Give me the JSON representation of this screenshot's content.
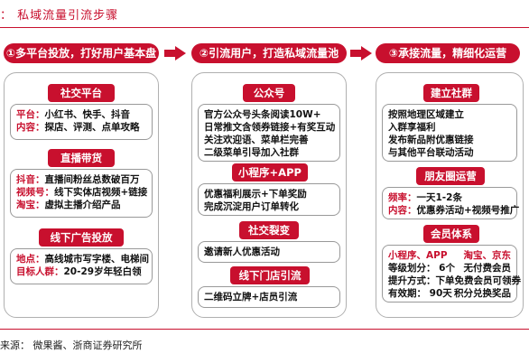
{
  "header": {
    "title": "：  私域流量引流步骤"
  },
  "steps": [
    {
      "label": "①多平台投放，打好用户基本盘"
    },
    {
      "label": "②引流用户，打造私域流量池"
    },
    {
      "label": "③承接流量，精细化运营"
    }
  ],
  "col1": {
    "social": {
      "title": "社交平台",
      "lines": [
        {
          "k": "平台：",
          "v": "小红书、快手、抖音"
        },
        {
          "k": "内容：",
          "v": "探店、评测、点单攻略"
        }
      ]
    },
    "live": {
      "title": "直播带货",
      "lines": [
        {
          "k": "抖音：",
          "v": "直播间粉丝总数破百万"
        },
        {
          "k": "视频号：",
          "v": "线下实体店视频+链接"
        },
        {
          "k": "淘宝：",
          "v": "虚拟主播介绍产品"
        }
      ]
    },
    "offline_ads": {
      "title": "线下广告投放",
      "lines": [
        {
          "k": "地点：",
          "v": "高线城市写字楼、电梯间"
        },
        {
          "k": "目标人群：",
          "v": "20-29岁年轻白领"
        }
      ]
    }
  },
  "col2": {
    "official": {
      "title": "公众号",
      "lines": [
        "官方公众号头条阅读10W+",
        "日常推文含领券链接+有奖互动",
        "关注欢迎语、菜单栏完善",
        "二级菜单引导加入社群"
      ]
    },
    "miniapp": {
      "title": "小程序+APP",
      "lines": [
        "优惠福利展示+下单奖励",
        "完成沉淀用户订单转化"
      ]
    },
    "fission": {
      "title": "社交裂变",
      "lines": [
        "邀请新人优惠活动"
      ]
    },
    "store": {
      "title": "线下门店引流",
      "lines": [
        "二维码立牌+店员引流"
      ]
    }
  },
  "col3": {
    "community": {
      "title": "建立社群",
      "lines": [
        "按照地理区域建立",
        "入群享福利",
        "发布新品附优惠链接",
        "与其他平台联动活动"
      ]
    },
    "moments": {
      "title": "朋友圈运营",
      "lines": [
        {
          "k": "频率：",
          "v": "一天1-2条"
        },
        {
          "k": "内容：",
          "v": "优惠券活动+视频号推广"
        }
      ]
    },
    "membership": {
      "title": "会员体系",
      "head_left": "小程序、APP",
      "head_right": "淘宝、京东",
      "rows": [
        {
          "left": "等级划分：  6个",
          "right": "无付费会员"
        },
        {
          "left": "提升方式：下单",
          "right": "免费会员可领券"
        },
        {
          "left": "有效期：  90天",
          "right": "积分兑换奖品"
        }
      ]
    }
  },
  "footer": {
    "source": "来源：  微果酱、浙商证券研究所"
  }
}
